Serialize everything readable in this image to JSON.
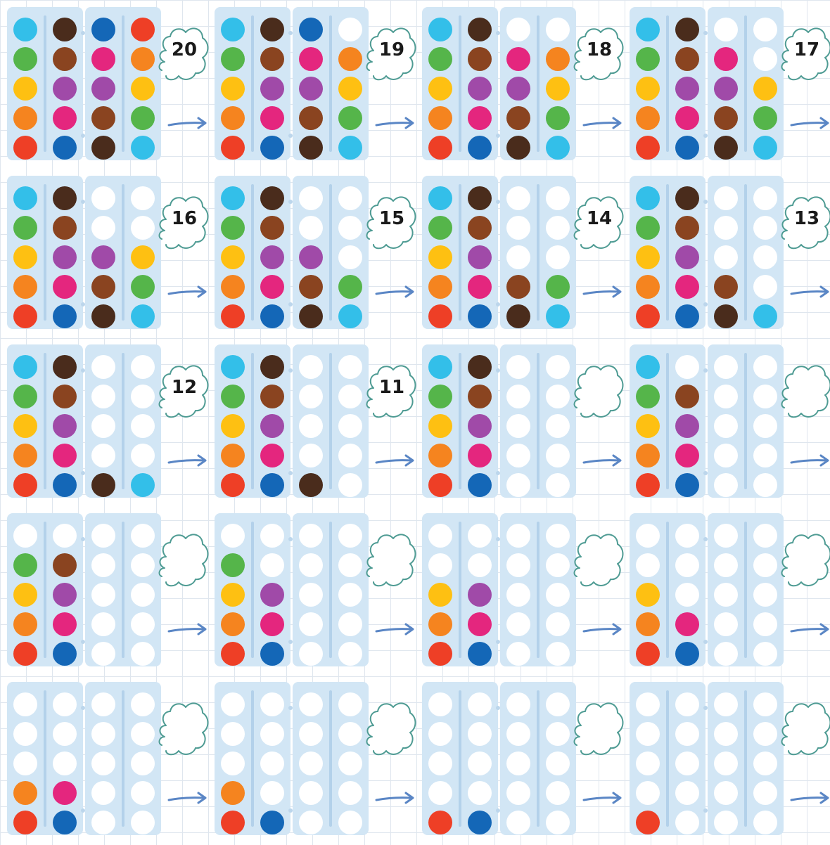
{
  "colors": {
    "cyan": "#33bfe9",
    "dark": "#4a2c1c",
    "green": "#55b54a",
    "brown": "#8a4420",
    "yellow": "#fec012",
    "purple": "#a04aa8",
    "orange": "#f5841f",
    "pink": "#e4267e",
    "red": "#ee3f26",
    "blue": "#1467b7",
    "empty": "#ffffff"
  },
  "accents": {
    "arrow": "#5a86c5",
    "cloud_outline": "#4e9b93",
    "tray": "#d2e6f5"
  },
  "cells": [
    {
      "number": "20",
      "left": [
        [
          "cyan",
          "dark"
        ],
        [
          "green",
          "brown"
        ],
        [
          "yellow",
          "purple"
        ],
        [
          "orange",
          "pink"
        ],
        [
          "red",
          "blue"
        ]
      ],
      "right": [
        [
          "blue",
          "red"
        ],
        [
          "pink",
          "orange"
        ],
        [
          "purple",
          "yellow"
        ],
        [
          "brown",
          "green"
        ],
        [
          "dark",
          "cyan"
        ]
      ]
    },
    {
      "number": "19",
      "left": [
        [
          "cyan",
          "dark"
        ],
        [
          "green",
          "brown"
        ],
        [
          "yellow",
          "purple"
        ],
        [
          "orange",
          "pink"
        ],
        [
          "red",
          "blue"
        ]
      ],
      "right": [
        [
          "blue",
          ""
        ],
        [
          "pink",
          "orange"
        ],
        [
          "purple",
          "yellow"
        ],
        [
          "brown",
          "green"
        ],
        [
          "dark",
          "cyan"
        ]
      ]
    },
    {
      "number": "18",
      "left": [
        [
          "cyan",
          "dark"
        ],
        [
          "green",
          "brown"
        ],
        [
          "yellow",
          "purple"
        ],
        [
          "orange",
          "pink"
        ],
        [
          "red",
          "blue"
        ]
      ],
      "right": [
        [
          "",
          ""
        ],
        [
          "pink",
          "orange"
        ],
        [
          "purple",
          "yellow"
        ],
        [
          "brown",
          "green"
        ],
        [
          "dark",
          "cyan"
        ]
      ]
    },
    {
      "number": "17",
      "left": [
        [
          "cyan",
          "dark"
        ],
        [
          "green",
          "brown"
        ],
        [
          "yellow",
          "purple"
        ],
        [
          "orange",
          "pink"
        ],
        [
          "red",
          "blue"
        ]
      ],
      "right": [
        [
          "",
          ""
        ],
        [
          "pink",
          ""
        ],
        [
          "purple",
          "yellow"
        ],
        [
          "brown",
          "green"
        ],
        [
          "dark",
          "cyan"
        ]
      ]
    },
    {
      "number": "16",
      "left": [
        [
          "cyan",
          "dark"
        ],
        [
          "green",
          "brown"
        ],
        [
          "yellow",
          "purple"
        ],
        [
          "orange",
          "pink"
        ],
        [
          "red",
          "blue"
        ]
      ],
      "right": [
        [
          "",
          ""
        ],
        [
          "",
          ""
        ],
        [
          "purple",
          "yellow"
        ],
        [
          "brown",
          "green"
        ],
        [
          "dark",
          "cyan"
        ]
      ]
    },
    {
      "number": "15",
      "left": [
        [
          "cyan",
          "dark"
        ],
        [
          "green",
          "brown"
        ],
        [
          "yellow",
          "purple"
        ],
        [
          "orange",
          "pink"
        ],
        [
          "red",
          "blue"
        ]
      ],
      "right": [
        [
          "",
          ""
        ],
        [
          "",
          ""
        ],
        [
          "purple",
          ""
        ],
        [
          "brown",
          "green"
        ],
        [
          "dark",
          "cyan"
        ]
      ]
    },
    {
      "number": "14",
      "left": [
        [
          "cyan",
          "dark"
        ],
        [
          "green",
          "brown"
        ],
        [
          "yellow",
          "purple"
        ],
        [
          "orange",
          "pink"
        ],
        [
          "red",
          "blue"
        ]
      ],
      "right": [
        [
          "",
          ""
        ],
        [
          "",
          ""
        ],
        [
          "",
          ""
        ],
        [
          "brown",
          "green"
        ],
        [
          "dark",
          "cyan"
        ]
      ]
    },
    {
      "number": "13",
      "left": [
        [
          "cyan",
          "dark"
        ],
        [
          "green",
          "brown"
        ],
        [
          "yellow",
          "purple"
        ],
        [
          "orange",
          "pink"
        ],
        [
          "red",
          "blue"
        ]
      ],
      "right": [
        [
          "",
          ""
        ],
        [
          "",
          ""
        ],
        [
          "",
          ""
        ],
        [
          "brown",
          ""
        ],
        [
          "dark",
          "cyan"
        ]
      ]
    },
    {
      "number": "12",
      "left": [
        [
          "cyan",
          "dark"
        ],
        [
          "green",
          "brown"
        ],
        [
          "yellow",
          "purple"
        ],
        [
          "orange",
          "pink"
        ],
        [
          "red",
          "blue"
        ]
      ],
      "right": [
        [
          "",
          ""
        ],
        [
          "",
          ""
        ],
        [
          "",
          ""
        ],
        [
          "",
          ""
        ],
        [
          "dark",
          "cyan"
        ]
      ]
    },
    {
      "number": "11",
      "left": [
        [
          "cyan",
          "dark"
        ],
        [
          "green",
          "brown"
        ],
        [
          "yellow",
          "purple"
        ],
        [
          "orange",
          "pink"
        ],
        [
          "red",
          "blue"
        ]
      ],
      "right": [
        [
          "",
          ""
        ],
        [
          "",
          ""
        ],
        [
          "",
          ""
        ],
        [
          "",
          ""
        ],
        [
          "dark",
          ""
        ]
      ]
    },
    {
      "number": "",
      "left": [
        [
          "cyan",
          "dark"
        ],
        [
          "green",
          "brown"
        ],
        [
          "yellow",
          "purple"
        ],
        [
          "orange",
          "pink"
        ],
        [
          "red",
          "blue"
        ]
      ],
      "right": [
        [
          "",
          ""
        ],
        [
          "",
          ""
        ],
        [
          "",
          ""
        ],
        [
          "",
          ""
        ],
        [
          "",
          ""
        ]
      ]
    },
    {
      "number": "",
      "left": [
        [
          "cyan",
          ""
        ],
        [
          "green",
          "brown"
        ],
        [
          "yellow",
          "purple"
        ],
        [
          "orange",
          "pink"
        ],
        [
          "red",
          "blue"
        ]
      ],
      "right": [
        [
          "",
          ""
        ],
        [
          "",
          ""
        ],
        [
          "",
          ""
        ],
        [
          "",
          ""
        ],
        [
          "",
          ""
        ]
      ]
    },
    {
      "number": "",
      "left": [
        [
          "",
          ""
        ],
        [
          "green",
          "brown"
        ],
        [
          "yellow",
          "purple"
        ],
        [
          "orange",
          "pink"
        ],
        [
          "red",
          "blue"
        ]
      ],
      "right": [
        [
          "",
          ""
        ],
        [
          "",
          ""
        ],
        [
          "",
          ""
        ],
        [
          "",
          ""
        ],
        [
          "",
          ""
        ]
      ]
    },
    {
      "number": "",
      "left": [
        [
          "",
          ""
        ],
        [
          "green",
          ""
        ],
        [
          "yellow",
          "purple"
        ],
        [
          "orange",
          "pink"
        ],
        [
          "red",
          "blue"
        ]
      ],
      "right": [
        [
          "",
          ""
        ],
        [
          "",
          ""
        ],
        [
          "",
          ""
        ],
        [
          "",
          ""
        ],
        [
          "",
          ""
        ]
      ]
    },
    {
      "number": "",
      "left": [
        [
          "",
          ""
        ],
        [
          "",
          ""
        ],
        [
          "yellow",
          "purple"
        ],
        [
          "orange",
          "pink"
        ],
        [
          "red",
          "blue"
        ]
      ],
      "right": [
        [
          "",
          ""
        ],
        [
          "",
          ""
        ],
        [
          "",
          ""
        ],
        [
          "",
          ""
        ],
        [
          "",
          ""
        ]
      ]
    },
    {
      "number": "",
      "left": [
        [
          "",
          ""
        ],
        [
          "",
          ""
        ],
        [
          "yellow",
          ""
        ],
        [
          "orange",
          "pink"
        ],
        [
          "red",
          "blue"
        ]
      ],
      "right": [
        [
          "",
          ""
        ],
        [
          "",
          ""
        ],
        [
          "",
          ""
        ],
        [
          "",
          ""
        ],
        [
          "",
          ""
        ]
      ]
    },
    {
      "number": "",
      "left": [
        [
          "",
          ""
        ],
        [
          "",
          ""
        ],
        [
          "",
          ""
        ],
        [
          "orange",
          "pink"
        ],
        [
          "red",
          "blue"
        ]
      ],
      "right": [
        [
          "",
          ""
        ],
        [
          "",
          ""
        ],
        [
          "",
          ""
        ],
        [
          "",
          ""
        ],
        [
          "",
          ""
        ]
      ]
    },
    {
      "number": "",
      "left": [
        [
          "",
          ""
        ],
        [
          "",
          ""
        ],
        [
          "",
          ""
        ],
        [
          "orange",
          ""
        ],
        [
          "red",
          "blue"
        ]
      ],
      "right": [
        [
          "",
          ""
        ],
        [
          "",
          ""
        ],
        [
          "",
          ""
        ],
        [
          "",
          ""
        ],
        [
          "",
          ""
        ]
      ]
    },
    {
      "number": "",
      "left": [
        [
          "",
          ""
        ],
        [
          "",
          ""
        ],
        [
          "",
          ""
        ],
        [
          "",
          ""
        ],
        [
          "red",
          "blue"
        ]
      ],
      "right": [
        [
          "",
          ""
        ],
        [
          "",
          ""
        ],
        [
          "",
          ""
        ],
        [
          "",
          ""
        ],
        [
          "",
          ""
        ]
      ]
    },
    {
      "number": "",
      "left": [
        [
          "",
          ""
        ],
        [
          "",
          ""
        ],
        [
          "",
          ""
        ],
        [
          "",
          ""
        ],
        [
          "red",
          ""
        ]
      ],
      "right": [
        [
          "",
          ""
        ],
        [
          "",
          ""
        ],
        [
          "",
          ""
        ],
        [
          "",
          ""
        ],
        [
          "",
          ""
        ]
      ]
    }
  ]
}
